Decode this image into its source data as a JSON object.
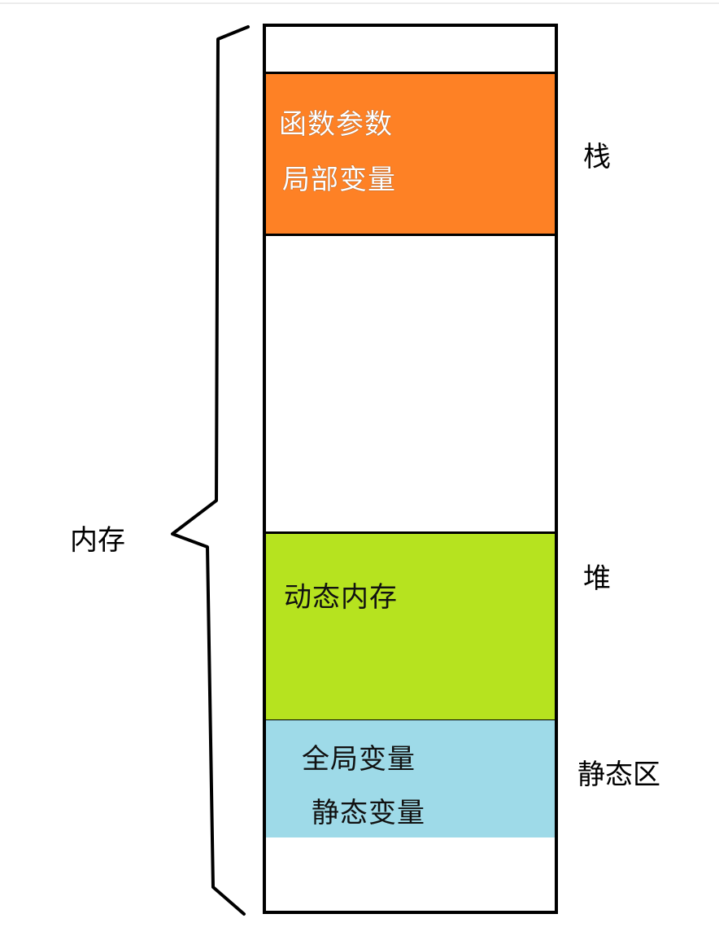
{
  "memory_label": "内存",
  "regions": {
    "stack": {
      "label": "栈",
      "lines": [
        "函数参数",
        "局部变量"
      ],
      "color": "#fe8125"
    },
    "heap": {
      "label": "堆",
      "lines": [
        "动态内存"
      ],
      "color": "#b6e31f"
    },
    "static": {
      "label": "静态区",
      "lines": [
        "全局变量",
        "静态变量"
      ],
      "color": "#9edae8"
    }
  }
}
